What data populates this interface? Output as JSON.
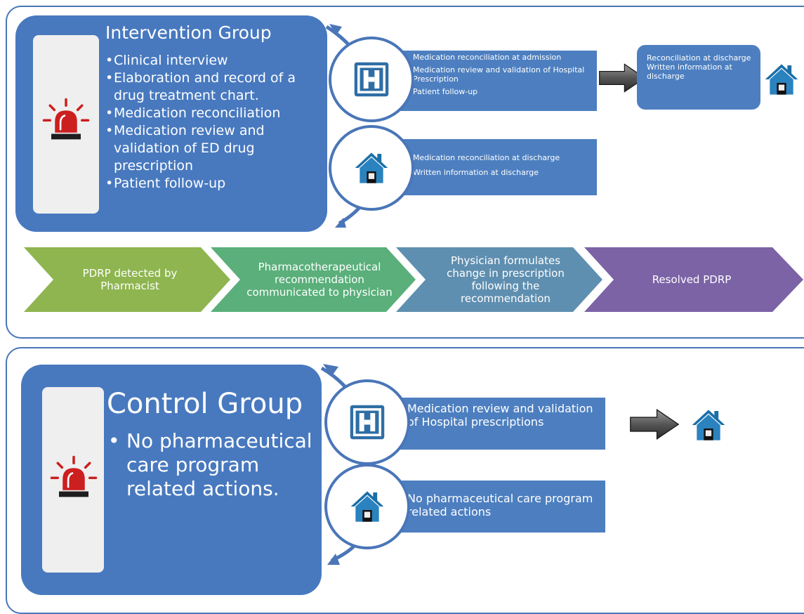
{
  "intervention": {
    "title": "Intervention Group",
    "bullets": [
      "Clinical interview",
      "Elaboration and record of a drug treatment chart.",
      "Medication reconciliation",
      " Medication review and validation of ED drug prescription",
      "Patient follow-up"
    ],
    "hospital_box": [
      "Medication reconciliation at admission",
      "Medication review and validation of Hospital Prescription",
      "Patient follow-up"
    ],
    "home_box": [
      "Medication reconciliation at discharge",
      "Written information at discharge"
    ],
    "discharge_box": [
      "Reconciliation at discharge",
      "Written information at discharge"
    ],
    "process_steps": [
      {
        "label": "PDRP detected by Pharmacist",
        "color": "#8eb54f"
      },
      {
        "label": "Pharmacotherapeutical recommendation communicated to physician",
        "color": "#5aaf7a"
      },
      {
        "label": "Physician formulates change in prescription following the recommendation",
        "color": "#5f8fb0"
      },
      {
        "label": "Resolved PDRP",
        "color": "#7b63a6"
      }
    ]
  },
  "control": {
    "title": "Control Group",
    "bullets": [
      "No pharmaceutical care program related actions."
    ],
    "hospital_box": [
      "Medication review and validation of Hospital prescriptions"
    ],
    "home_box": [
      "No pharmaceutical care program related actions"
    ]
  },
  "icons": {
    "siren": "siren-alarm-icon",
    "hospital": "hospital-h-icon",
    "house": "house-icon",
    "arrow": "right-arrow-icon"
  },
  "colors": {
    "panel_border": "#4a76b8",
    "group_fill": "#4879bf",
    "info_fill": "#4d7fc0",
    "siren_red": "#cc1f1f",
    "house_blue": "#1b6fa8"
  }
}
